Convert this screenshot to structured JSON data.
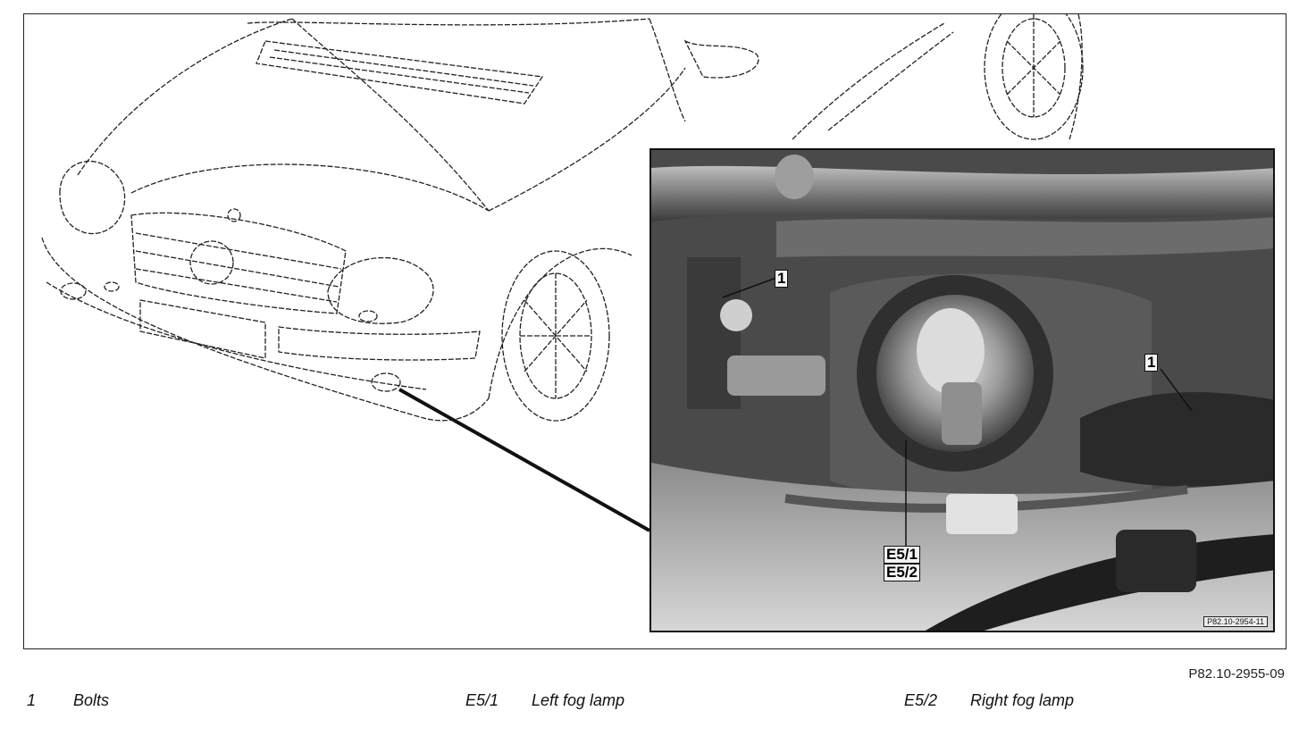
{
  "figure": {
    "code": "P82.10-2955-09",
    "photo_code": "P82.10-2954-11"
  },
  "callouts": {
    "bolt_left": "1",
    "bolt_right": "1",
    "e51": "E5/1",
    "e52": "E5/2"
  },
  "legend": [
    {
      "key": "1",
      "label": "Bolts"
    },
    {
      "key": "E5/1",
      "label": "Left fog lamp"
    },
    {
      "key": "E5/2",
      "label": "Right fog lamp"
    }
  ],
  "colors": {
    "line": "#222222",
    "photo_dark": "#2b2b2b",
    "photo_light": "#cfcfcf"
  },
  "icons": [
    "car-line-drawing",
    "fog-lamp-photo",
    "leader-line"
  ]
}
